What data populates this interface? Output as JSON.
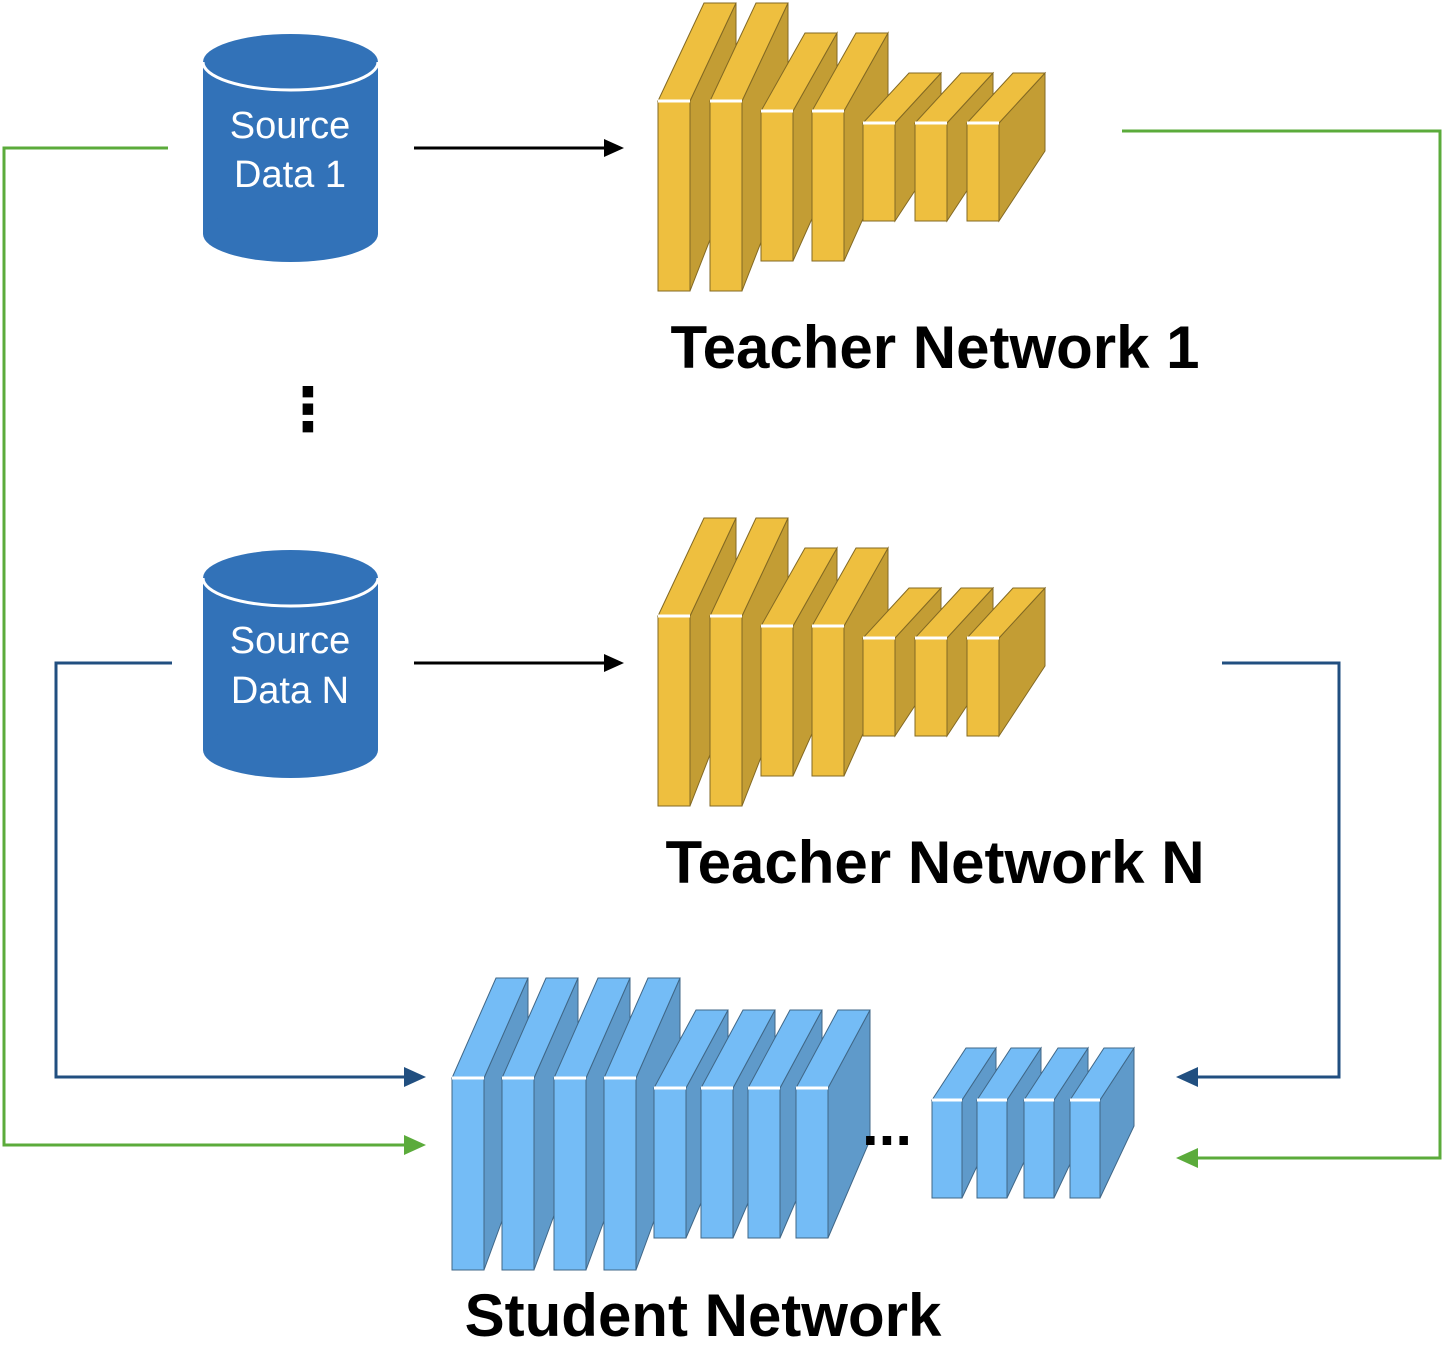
{
  "source_1": {
    "line1": "Source",
    "line2": "Data 1"
  },
  "source_n": {
    "line1": "Source",
    "line2": "Data N"
  },
  "vertical_ellipsis": "⋮",
  "teacher_1": {
    "title": "Teacher Network 1"
  },
  "teacher_n": {
    "title": "Teacher Network N"
  },
  "student": {
    "title": "Student Network",
    "ellipsis": "..."
  },
  "colors": {
    "database": "#3272b8",
    "teacher_layer": "#eebf3f",
    "student_layer": "#74bcf6",
    "green_flow": "#5bab3b",
    "blue_flow": "#214f80",
    "arrow": "#000000"
  }
}
